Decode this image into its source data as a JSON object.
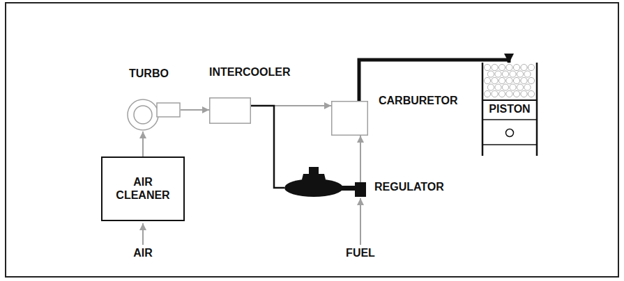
{
  "diagram": {
    "nodes": [
      {
        "text": [
          "TURBO"
        ]
      },
      {
        "text": [
          "INTERCOOLER"
        ]
      },
      {
        "text": [
          "CARBURETOR"
        ]
      },
      {
        "text": [
          "PISTON"
        ]
      },
      {
        "text": [
          "AIR CLEANER"
        ]
      },
      {
        "text": [
          "REGULATOR"
        ]
      }
    ],
    "edges": [
      {
        "from": 4,
        "to": 0,
        "arrow": "to"
      },
      {
        "from": 0,
        "to": 1,
        "arrow": "to"
      },
      {
        "from": 1,
        "to": 2,
        "arrow": "to"
      },
      {
        "from": 1,
        "to": 5,
        "arrow": "none"
      },
      {
        "from": 5,
        "to": 2,
        "arrow": "to"
      },
      {
        "from": 2,
        "to": 3,
        "arrow": "to"
      }
    ],
    "labels": [
      "AIR",
      "FUEL"
    ]
  }
}
